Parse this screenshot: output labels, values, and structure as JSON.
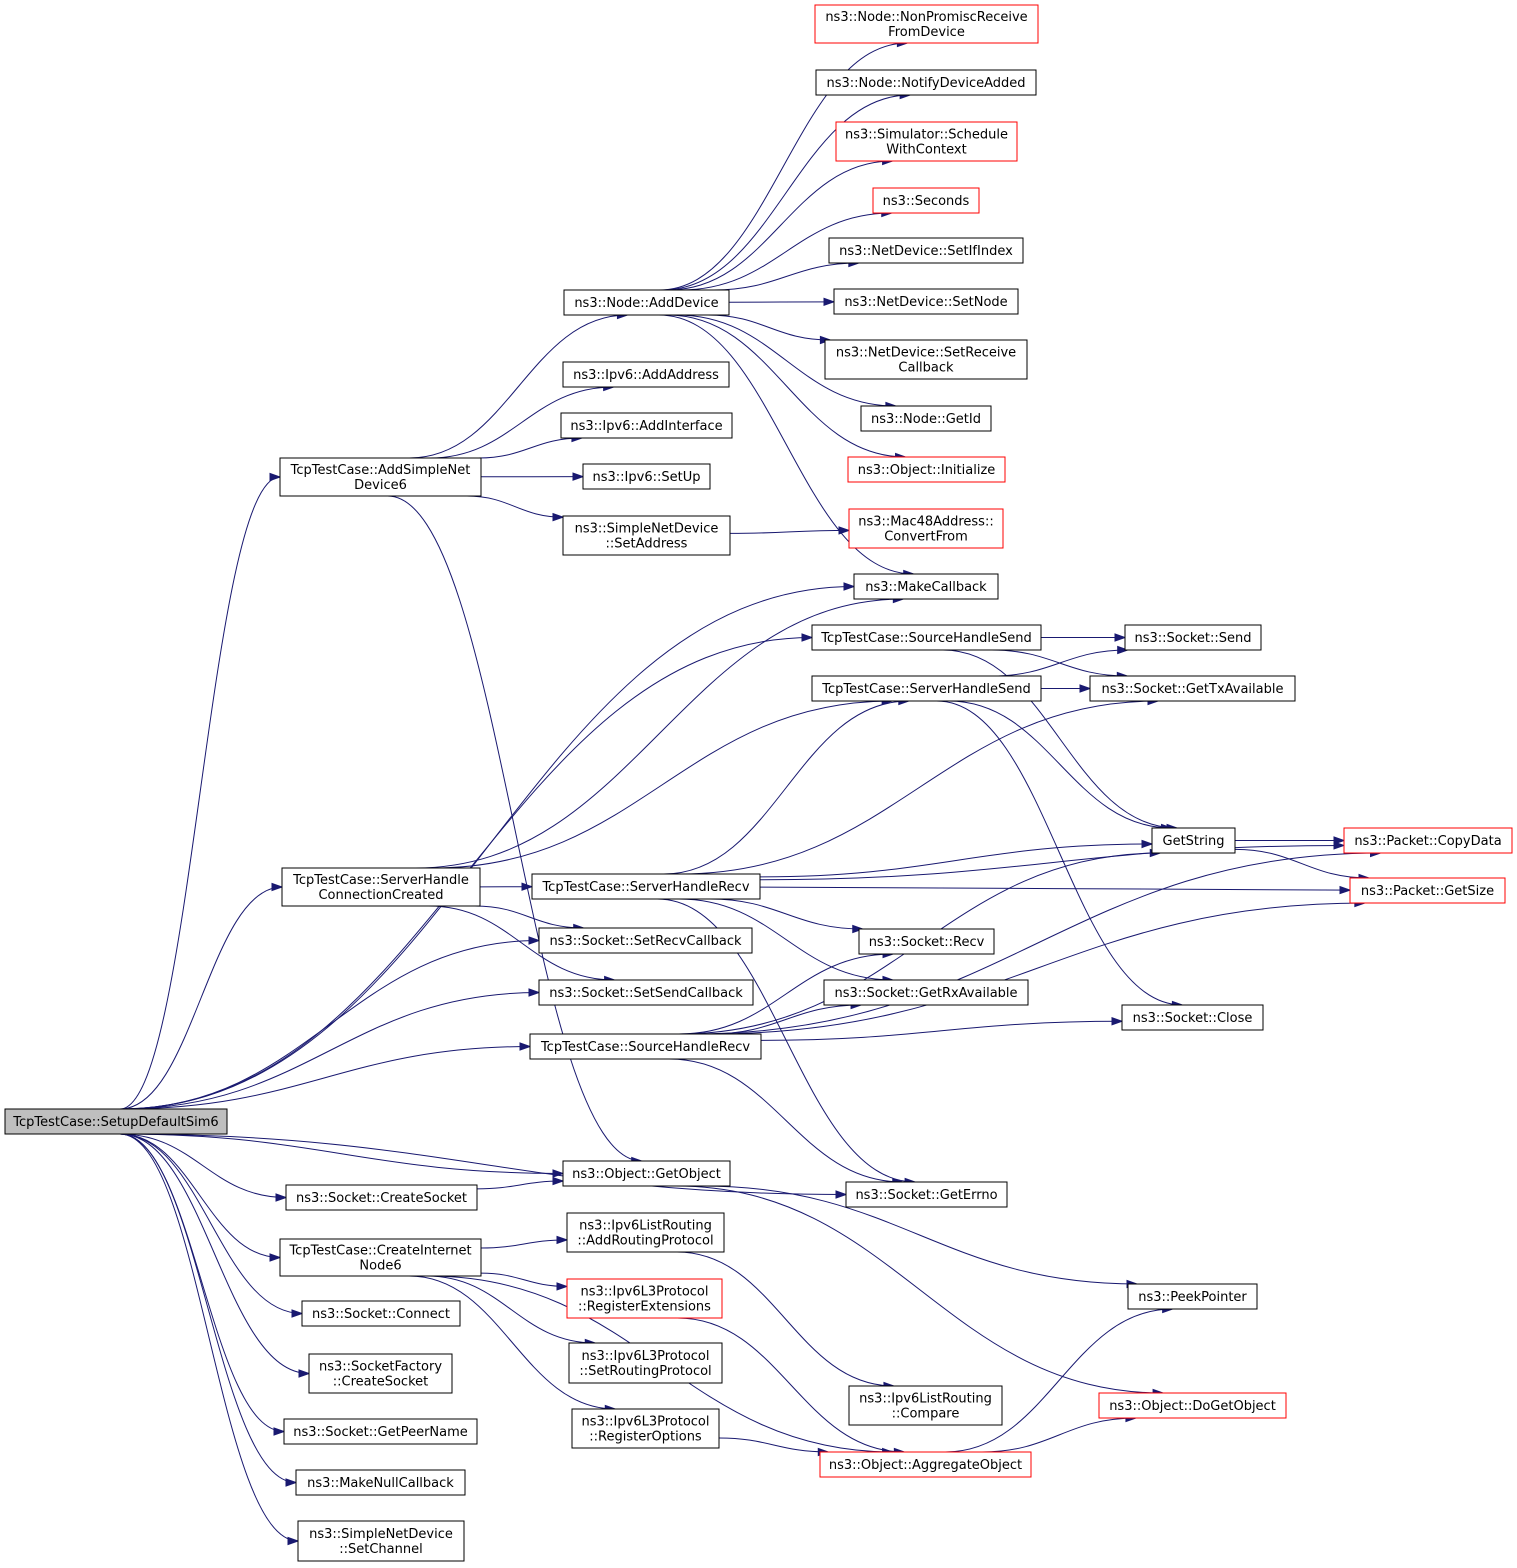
{
  "diagram": {
    "type": "call-graph",
    "colors": {
      "edge": "#191970",
      "border_default": "#000000",
      "border_truncated": "#ff0000",
      "root_fill": "#bfbfbf",
      "background": "#ffffff"
    },
    "nodes": [
      {
        "id": "root",
        "lines": [
          "TcpTestCase::SetupDefaultSim6"
        ],
        "style": "root"
      },
      {
        "id": "addSimple",
        "lines": [
          "TcpTestCase::AddSimpleNet",
          "Device6"
        ],
        "style": "normal"
      },
      {
        "id": "srvConn",
        "lines": [
          "TcpTestCase::ServerHandle",
          "ConnectionCreated"
        ],
        "style": "normal"
      },
      {
        "id": "createNode",
        "lines": [
          "TcpTestCase::CreateInternet",
          "Node6"
        ],
        "style": "normal"
      },
      {
        "id": "sockCreate",
        "lines": [
          "ns3::Socket::CreateSocket"
        ],
        "style": "normal"
      },
      {
        "id": "sockConnect",
        "lines": [
          "ns3::Socket::Connect"
        ],
        "style": "normal"
      },
      {
        "id": "sfCreate",
        "lines": [
          "ns3::SocketFactory",
          "::CreateSocket"
        ],
        "style": "normal"
      },
      {
        "id": "peerName",
        "lines": [
          "ns3::Socket::GetPeerName"
        ],
        "style": "normal"
      },
      {
        "id": "nullCb",
        "lines": [
          "ns3::MakeNullCallback"
        ],
        "style": "normal"
      },
      {
        "id": "setChannel",
        "lines": [
          "ns3::SimpleNetDevice",
          "::SetChannel"
        ],
        "style": "normal"
      },
      {
        "id": "addDevice",
        "lines": [
          "ns3::Node::AddDevice"
        ],
        "style": "normal"
      },
      {
        "id": "ipv6AddAddr",
        "lines": [
          "ns3::Ipv6::AddAddress"
        ],
        "style": "normal"
      },
      {
        "id": "ipv6AddIf",
        "lines": [
          "ns3::Ipv6::AddInterface"
        ],
        "style": "normal"
      },
      {
        "id": "ipv6SetUp",
        "lines": [
          "ns3::Ipv6::SetUp"
        ],
        "style": "normal"
      },
      {
        "id": "sndSetAddr",
        "lines": [
          "ns3::SimpleNetDevice",
          "::SetAddress"
        ],
        "style": "normal"
      },
      {
        "id": "srvRecv",
        "lines": [
          "TcpTestCase::ServerHandleRecv"
        ],
        "style": "normal"
      },
      {
        "id": "setRecvCb",
        "lines": [
          "ns3::Socket::SetRecvCallback"
        ],
        "style": "normal"
      },
      {
        "id": "setSendCb",
        "lines": [
          "ns3::Socket::SetSendCallback"
        ],
        "style": "normal"
      },
      {
        "id": "srcRecv",
        "lines": [
          "TcpTestCase::SourceHandleRecv"
        ],
        "style": "normal"
      },
      {
        "id": "getObject",
        "lines": [
          "ns3::Object::GetObject"
        ],
        "style": "normal"
      },
      {
        "id": "addRouting",
        "lines": [
          "ns3::Ipv6ListRouting",
          "::AddRoutingProtocol"
        ],
        "style": "normal"
      },
      {
        "id": "regExt",
        "lines": [
          "ns3::Ipv6L3Protocol",
          "::RegisterExtensions"
        ],
        "style": "red"
      },
      {
        "id": "setRouting",
        "lines": [
          "ns3::Ipv6L3Protocol",
          "::SetRoutingProtocol"
        ],
        "style": "normal"
      },
      {
        "id": "regOpt",
        "lines": [
          "ns3::Ipv6L3Protocol",
          "::RegisterOptions"
        ],
        "style": "normal"
      },
      {
        "id": "nonPromisc",
        "lines": [
          "ns3::Node::NonPromiscReceive",
          "FromDevice"
        ],
        "style": "red"
      },
      {
        "id": "notifyDev",
        "lines": [
          "ns3::Node::NotifyDeviceAdded"
        ],
        "style": "normal"
      },
      {
        "id": "schedCtx",
        "lines": [
          "ns3::Simulator::Schedule",
          "WithContext"
        ],
        "style": "red"
      },
      {
        "id": "seconds",
        "lines": [
          "ns3::Seconds"
        ],
        "style": "red"
      },
      {
        "id": "setIfIndex",
        "lines": [
          "ns3::NetDevice::SetIfIndex"
        ],
        "style": "normal"
      },
      {
        "id": "setNode",
        "lines": [
          "ns3::NetDevice::SetNode"
        ],
        "style": "normal"
      },
      {
        "id": "setRecvCb2",
        "lines": [
          "ns3::NetDevice::SetReceive",
          "Callback"
        ],
        "style": "normal"
      },
      {
        "id": "getId",
        "lines": [
          "ns3::Node::GetId"
        ],
        "style": "normal"
      },
      {
        "id": "initialize",
        "lines": [
          "ns3::Object::Initialize"
        ],
        "style": "red"
      },
      {
        "id": "macConvert",
        "lines": [
          "ns3::Mac48Address::",
          "ConvertFrom"
        ],
        "style": "red"
      },
      {
        "id": "makeCb",
        "lines": [
          "ns3::MakeCallback"
        ],
        "style": "normal"
      },
      {
        "id": "srcSend",
        "lines": [
          "TcpTestCase::SourceHandleSend"
        ],
        "style": "normal"
      },
      {
        "id": "srvSend",
        "lines": [
          "TcpTestCase::ServerHandleSend"
        ],
        "style": "normal"
      },
      {
        "id": "sockRecv",
        "lines": [
          "ns3::Socket::Recv"
        ],
        "style": "normal"
      },
      {
        "id": "rxAvail",
        "lines": [
          "ns3::Socket::GetRxAvailable"
        ],
        "style": "normal"
      },
      {
        "id": "getErrno",
        "lines": [
          "ns3::Socket::GetErrno"
        ],
        "style": "normal"
      },
      {
        "id": "listCompare",
        "lines": [
          "ns3::Ipv6ListRouting",
          "::Compare"
        ],
        "style": "normal"
      },
      {
        "id": "aggregate",
        "lines": [
          "ns3::Object::AggregateObject"
        ],
        "style": "red"
      },
      {
        "id": "sockSend",
        "lines": [
          "ns3::Socket::Send"
        ],
        "style": "normal"
      },
      {
        "id": "txAvail",
        "lines": [
          "ns3::Socket::GetTxAvailable"
        ],
        "style": "normal"
      },
      {
        "id": "getString",
        "lines": [
          "GetString"
        ],
        "style": "normal"
      },
      {
        "id": "sockClose",
        "lines": [
          "ns3::Socket::Close"
        ],
        "style": "normal"
      },
      {
        "id": "peekPtr",
        "lines": [
          "ns3::PeekPointer"
        ],
        "style": "normal"
      },
      {
        "id": "doGetObj",
        "lines": [
          "ns3::Object::DoGetObject"
        ],
        "style": "red"
      },
      {
        "id": "copyData",
        "lines": [
          "ns3::Packet::CopyData"
        ],
        "style": "red"
      },
      {
        "id": "getSize",
        "lines": [
          "ns3::Packet::GetSize"
        ],
        "style": "red"
      }
    ],
    "edges": [
      [
        "root",
        "addSimple"
      ],
      [
        "root",
        "srvConn"
      ],
      [
        "root",
        "createNode"
      ],
      [
        "root",
        "sockCreate"
      ],
      [
        "root",
        "sockConnect"
      ],
      [
        "root",
        "sfCreate"
      ],
      [
        "root",
        "peerName"
      ],
      [
        "root",
        "nullCb"
      ],
      [
        "root",
        "setChannel"
      ],
      [
        "root",
        "makeCb"
      ],
      [
        "root",
        "srcSend"
      ],
      [
        "root",
        "setRecvCb"
      ],
      [
        "root",
        "setSendCb"
      ],
      [
        "root",
        "srcRecv"
      ],
      [
        "root",
        "getObject"
      ],
      [
        "root",
        "getErrno"
      ],
      [
        "addSimple",
        "addDevice"
      ],
      [
        "addSimple",
        "ipv6AddAddr"
      ],
      [
        "addSimple",
        "ipv6AddIf"
      ],
      [
        "addSimple",
        "ipv6SetUp"
      ],
      [
        "addSimple",
        "sndSetAddr"
      ],
      [
        "addSimple",
        "getObject"
      ],
      [
        "addDevice",
        "nonPromisc"
      ],
      [
        "addDevice",
        "notifyDev"
      ],
      [
        "addDevice",
        "schedCtx"
      ],
      [
        "addDevice",
        "seconds"
      ],
      [
        "addDevice",
        "setIfIndex"
      ],
      [
        "addDevice",
        "setNode"
      ],
      [
        "addDevice",
        "setRecvCb2"
      ],
      [
        "addDevice",
        "getId"
      ],
      [
        "addDevice",
        "initialize"
      ],
      [
        "addDevice",
        "makeCb"
      ],
      [
        "sndSetAddr",
        "macConvert"
      ],
      [
        "srvConn",
        "makeCb"
      ],
      [
        "srvConn",
        "srvSend"
      ],
      [
        "srvConn",
        "srvRecv"
      ],
      [
        "srvConn",
        "setRecvCb"
      ],
      [
        "srvConn",
        "setSendCb"
      ],
      [
        "srcSend",
        "sockSend"
      ],
      [
        "srcSend",
        "txAvail"
      ],
      [
        "srcSend",
        "getString"
      ],
      [
        "srvSend",
        "txAvail"
      ],
      [
        "srvSend",
        "sockSend"
      ],
      [
        "srvSend",
        "getString"
      ],
      [
        "srvSend",
        "sockClose"
      ],
      [
        "srvRecv",
        "srvSend"
      ],
      [
        "srvRecv",
        "txAvail"
      ],
      [
        "srvRecv",
        "copyData"
      ],
      [
        "srvRecv",
        "getString"
      ],
      [
        "srvRecv",
        "getSize"
      ],
      [
        "srvRecv",
        "sockRecv"
      ],
      [
        "srvRecv",
        "rxAvail"
      ],
      [
        "srvRecv",
        "getErrno"
      ],
      [
        "srcRecv",
        "sockRecv"
      ],
      [
        "srcRecv",
        "rxAvail"
      ],
      [
        "srcRecv",
        "getString"
      ],
      [
        "srcRecv",
        "sockClose"
      ],
      [
        "srcRecv",
        "copyData"
      ],
      [
        "srcRecv",
        "getErrno"
      ],
      [
        "srcRecv",
        "getSize"
      ],
      [
        "getString",
        "copyData"
      ],
      [
        "getString",
        "getSize"
      ],
      [
        "sockCreate",
        "getObject"
      ],
      [
        "getObject",
        "peekPtr"
      ],
      [
        "getObject",
        "doGetObj"
      ],
      [
        "createNode",
        "addRouting"
      ],
      [
        "createNode",
        "regExt"
      ],
      [
        "createNode",
        "setRouting"
      ],
      [
        "createNode",
        "regOpt"
      ],
      [
        "createNode",
        "aggregate"
      ],
      [
        "addRouting",
        "listCompare"
      ],
      [
        "regExt",
        "aggregate"
      ],
      [
        "regOpt",
        "aggregate"
      ],
      [
        "aggregate",
        "peekPtr"
      ],
      [
        "aggregate",
        "doGetObj"
      ]
    ]
  }
}
